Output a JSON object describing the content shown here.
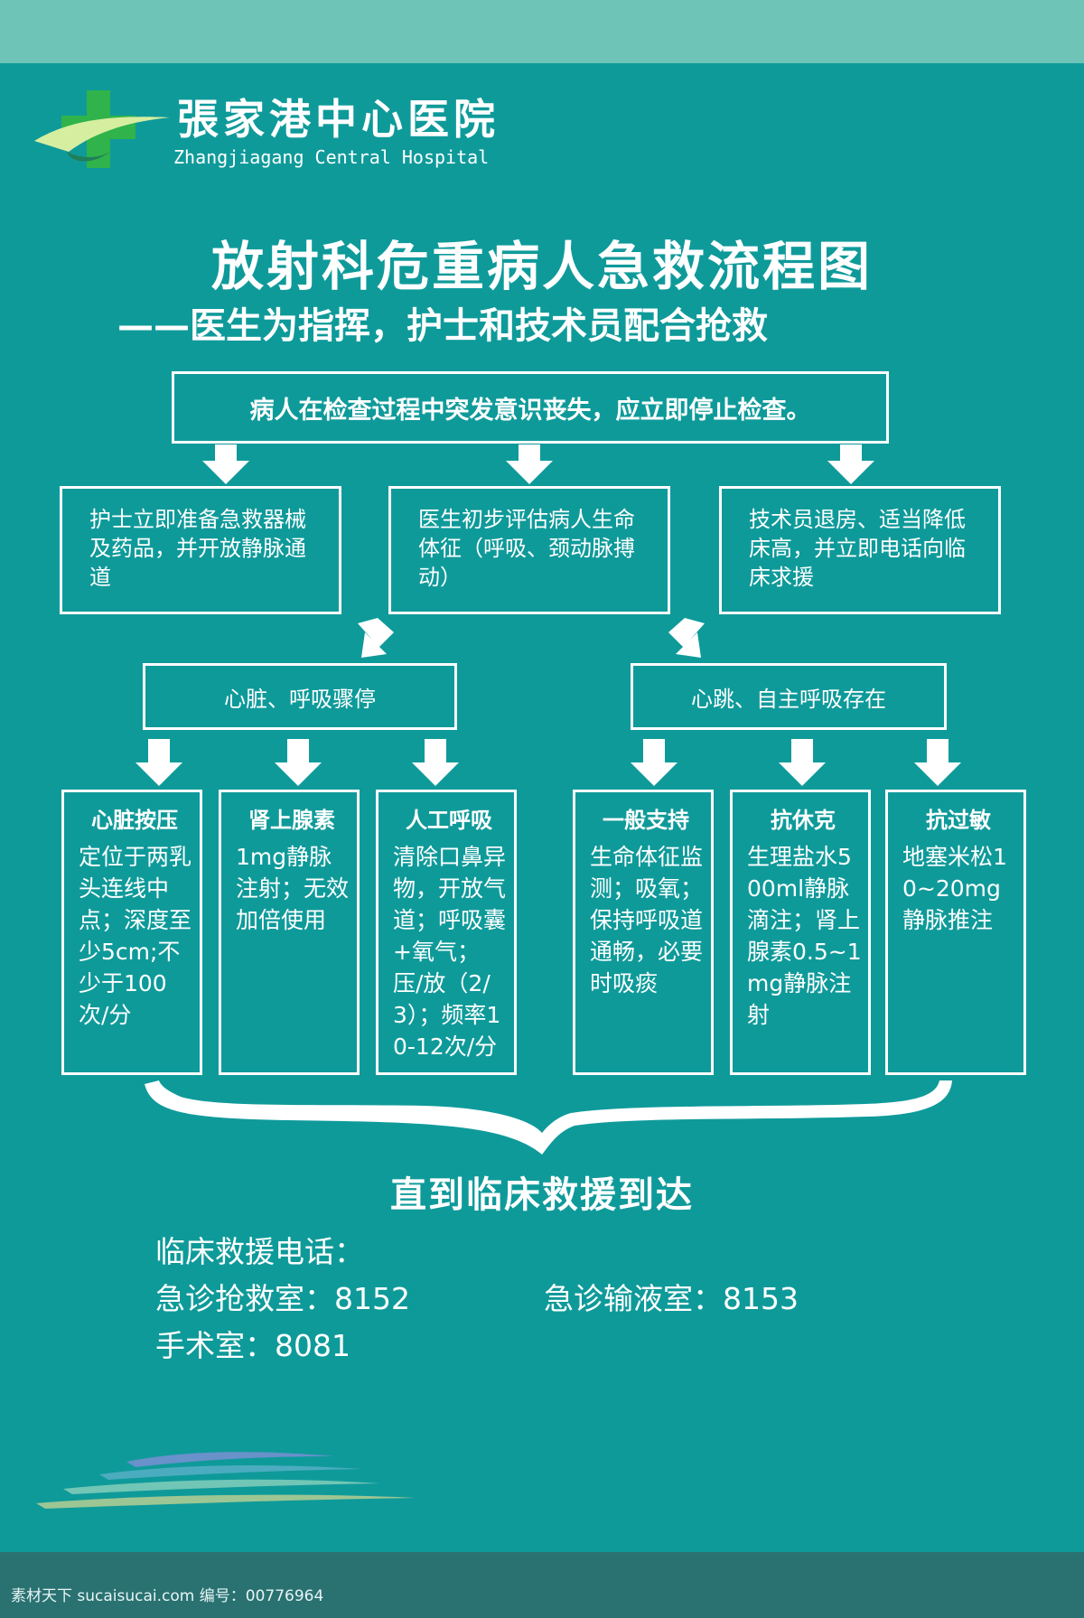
{
  "hospital": {
    "name_cn": "張家港中心医院",
    "name_en": "Zhangjiagang Central Hospital",
    "logo_icon": "green-cross-ribbon-icon"
  },
  "title": "放射科危重病人急救流程图",
  "subtitle": "——医生为指挥，护士和技术员配合抢救",
  "flow": {
    "start": "病人在检查过程中突发意识丧失，应立即停止检查。",
    "nurse": "护士立即准备急救器械及药品，并开放静脉通道",
    "doctor": "医生初步评估病人生命体征（呼吸、颈动脉搏动）",
    "tech": "技术员退房、适当降低床高，并立即电话向临床求援",
    "branch_arrest": "心脏、呼吸骤停",
    "branch_present": "心跳、自主呼吸存在",
    "steps": [
      {
        "title": "心脏按压",
        "body": "定位于两乳头连线中点；深度至少5cm;不少于100次/分"
      },
      {
        "title": "肾上腺素",
        "body": "1mg静脉注射；无效加倍使用"
      },
      {
        "title": "人工呼吸",
        "body": "清除口鼻异物，开放气道；呼吸囊+氧气；压/放（2/3）；频率10-12次/分"
      },
      {
        "title": "一般支持",
        "body": "生命体征监测；吸氧；保持呼吸道通畅，必要时吸痰"
      },
      {
        "title": "抗休克",
        "body": "生理盐水500ml静脉滴注；肾上腺素0.5~1mg静脉注射"
      },
      {
        "title": "抗过敏",
        "body": "地塞米松10~20mg静脉推注"
      }
    ],
    "end": "直到临床救援到达"
  },
  "contacts": {
    "heading": "临床救援电话：",
    "items": [
      {
        "label": "急诊抢救室：",
        "number": "8152"
      },
      {
        "label": "急诊输液室：",
        "number": "8153"
      },
      {
        "label": "手术室：",
        "number": "8081"
      }
    ]
  },
  "footer": {
    "watermark": "素材天下 sucaisucai.com  编号：00776964"
  },
  "colors": {
    "background": "#0f9a9a",
    "top_band": "#6fc4b8",
    "bottom_band": "#2a7272",
    "logo_green": "#2fb34a",
    "ribbon": "#d6eea0"
  }
}
